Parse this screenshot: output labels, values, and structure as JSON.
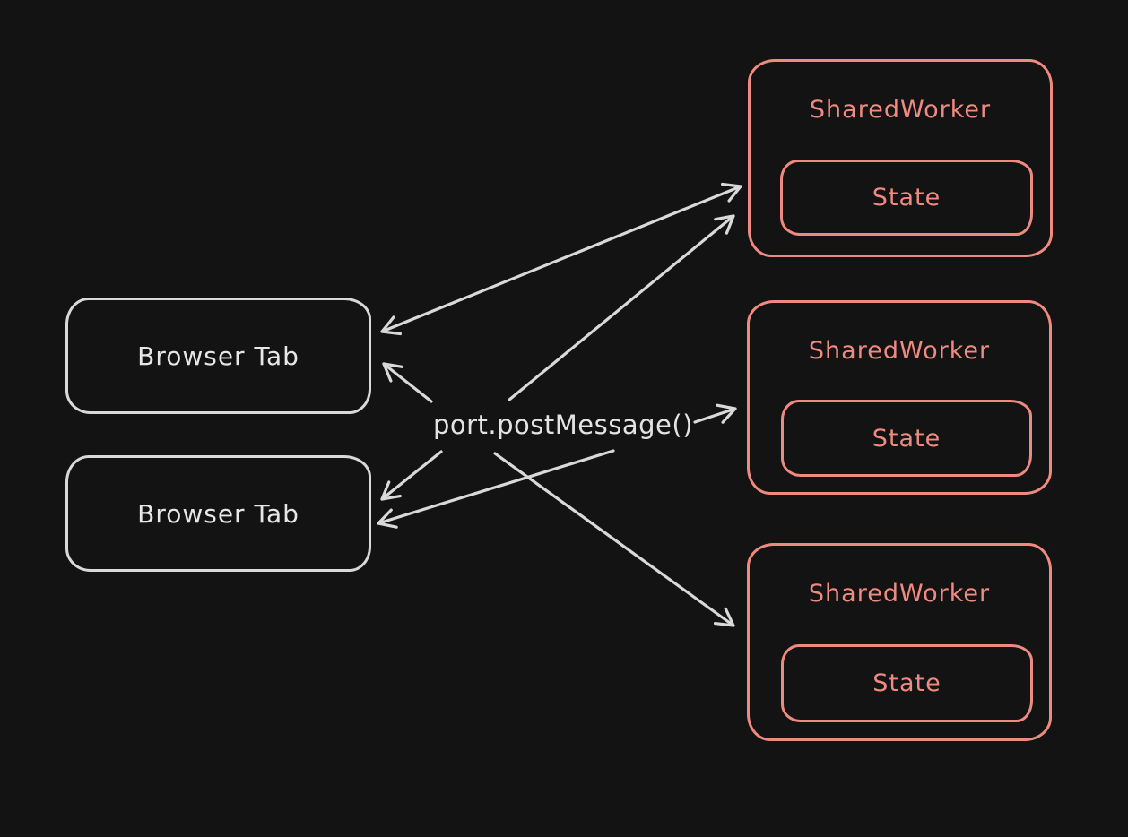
{
  "canvas": {
    "background_color": "#131313",
    "tab_stroke_color": "#d9d9d9",
    "worker_stroke_color": "#ef8a80",
    "arrow_color": "#d9d9d9"
  },
  "center_label": "port.postMessage()",
  "browser_tabs": [
    {
      "label": "Browser Tab"
    },
    {
      "label": "Browser Tab"
    }
  ],
  "workers": [
    {
      "label": "SharedWorker",
      "state": "State"
    },
    {
      "label": "SharedWorker",
      "state": "State"
    },
    {
      "label": "SharedWorker",
      "state": "State"
    }
  ],
  "edges": [
    {
      "from": "shared-worker-1",
      "to": "browser-tab-1",
      "style": "bidirectional"
    },
    {
      "from": "center-label",
      "to": "browser-tab-1",
      "style": "arrow"
    },
    {
      "from": "center-label",
      "to": "shared-worker-1",
      "style": "arrow"
    },
    {
      "from": "center-label",
      "to": "shared-worker-2",
      "style": "arrow"
    },
    {
      "from": "center-label",
      "to": "browser-tab-2",
      "style": "arrow"
    },
    {
      "from": "center-label",
      "to": "browser-tab-2",
      "style": "arrow"
    },
    {
      "from": "center-label",
      "to": "shared-worker-3",
      "style": "arrow"
    }
  ]
}
